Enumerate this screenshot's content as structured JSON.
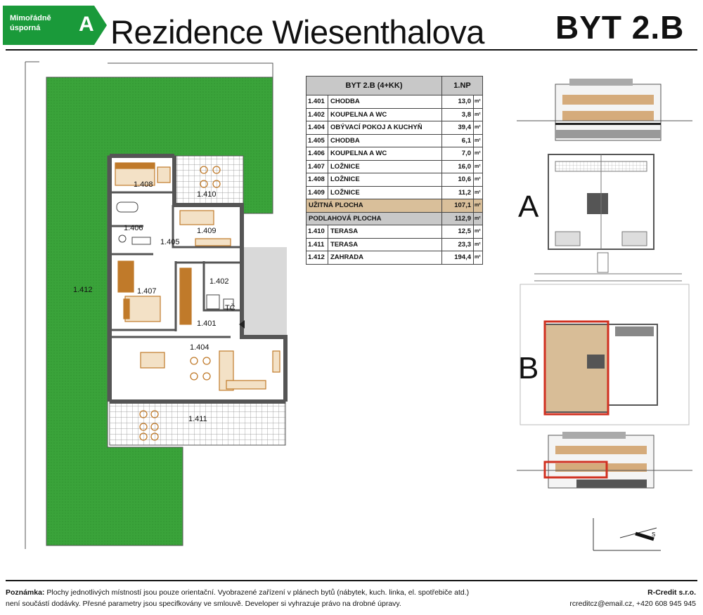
{
  "header": {
    "energy_label_line1": "Mimořádně",
    "energy_label_line2": "úsporná",
    "energy_class": "A",
    "energy_color": "#1a9a3a",
    "project_title": "Rezidence Wiesenthalova",
    "unit_title": "BYT 2.B"
  },
  "table": {
    "header_unit": "BYT 2.B (4+KK)",
    "header_floor": "1.NP",
    "unit_symbol": "m²",
    "rooms": [
      {
        "code": "1.401",
        "name": "CHODBA",
        "area": "13,0"
      },
      {
        "code": "1.402",
        "name": "KOUPELNA A WC",
        "area": "3,8"
      },
      {
        "code": "1.404",
        "name": "OBÝVACÍ POKOJ A KUCHYŇ",
        "area": "39,4"
      },
      {
        "code": "1.405",
        "name": "CHODBA",
        "area": "6,1"
      },
      {
        "code": "1.406",
        "name": "KOUPELNA A WC",
        "area": "7,0"
      },
      {
        "code": "1.407",
        "name": "LOŽNICE",
        "area": "16,0"
      },
      {
        "code": "1.408",
        "name": "LOŽNICE",
        "area": "10,6"
      },
      {
        "code": "1.409",
        "name": "LOŽNICE",
        "area": "11,2"
      }
    ],
    "usable_label": "UŽITNÁ PLOCHA",
    "usable_area": "107,1",
    "floor_label": "PODLAHOVÁ PLOCHA",
    "floor_area": "112,9",
    "outdoor": [
      {
        "code": "1.410",
        "name": "TERASA",
        "area": "12,5"
      },
      {
        "code": "1.411",
        "name": "TERASA",
        "area": "23,3"
      },
      {
        "code": "1.412",
        "name": "ZAHRADA",
        "area": "194,4"
      }
    ],
    "usable_color": "#d9bf9a"
  },
  "plan": {
    "labels": {
      "r408": "1.408",
      "r410": "1.410",
      "r406": "1.406",
      "r409": "1.409",
      "r405": "1.405",
      "r402": "1.402",
      "r407": "1.407",
      "r401": "1.401",
      "r404": "1.404",
      "r411": "1.411",
      "r412": "1.412",
      "toilet": "TČ"
    },
    "garden_color": "#2f9a2f",
    "furniture_color": "#c07a2a"
  },
  "side": {
    "block_a": "A",
    "block_b": "B",
    "compass_letter": "S"
  },
  "footer": {
    "note_label": "Poznámka:",
    "note_text_1": "Plochy jednotlivých místností jsou pouze orientační. Vyobrazené zařízení v plánech bytů (nábytek, kuch. linka, el. spotřebiče atd.)",
    "note_text_2": "není součástí dodávky. Přesné parametry jsou specifkovány ve smlouvě. Developer si vyhrazuje právo na drobné úpravy.",
    "company_name": "R-Credit s.r.o.",
    "company_contact": "rcreditcz@email.cz, +420 608 945 945"
  }
}
